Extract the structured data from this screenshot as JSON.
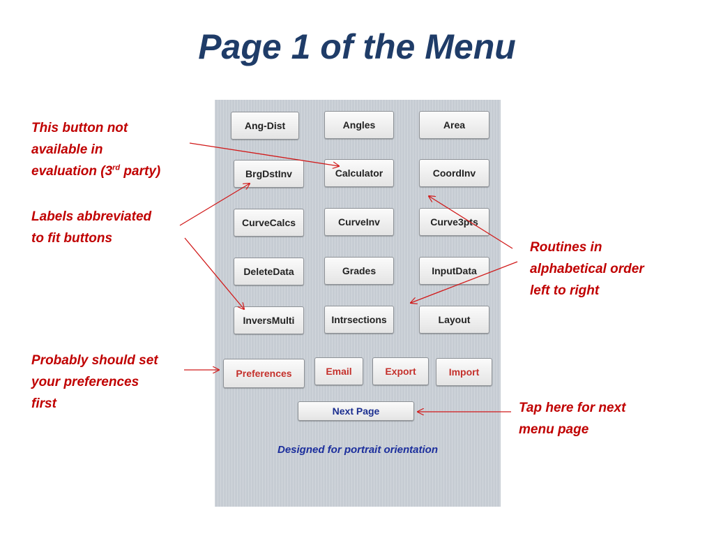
{
  "title": "Page 1 of the Menu",
  "menu": {
    "row1": [
      "Ang-Dist",
      "Angles",
      "Area"
    ],
    "row2": [
      "BrgDstInv",
      "Calculator",
      "CoordInv"
    ],
    "row3": [
      "CurveCalcs",
      "CurveInv",
      "Curve3pts"
    ],
    "row4": [
      "DeleteData",
      "Grades",
      "InputData"
    ],
    "row5": [
      "InversMulti",
      "Intrsections",
      "Layout"
    ],
    "row6": [
      "Preferences",
      "Email",
      "Export",
      "Import"
    ],
    "next_page": "Next Page",
    "footer_note": "Designed for portrait orientation"
  },
  "annotations": {
    "not_available_line1": "This button not",
    "not_available_line2": "available in",
    "not_available_line3_pre": "evaluation (3",
    "not_available_line3_sup": "rd",
    "not_available_line3_post": " party)",
    "abbreviated_line1": "Labels abbreviated",
    "abbreviated_line2": "to  fit buttons",
    "preferences_line1": "Probably should set",
    "preferences_line2": "your preferences",
    "preferences_line3": "first",
    "alphabetical_line1": "Routines in",
    "alphabetical_line2": "alphabetical order",
    "alphabetical_line3": "left to right",
    "next_line1": "Tap here for next",
    "next_line2": "menu page"
  },
  "colors": {
    "title": "#1f3c68",
    "annotation": "#c00000",
    "red_button_text": "#c4302b",
    "next_button_text": "#1b2e8f",
    "panel_background": "#c6ccd3"
  }
}
